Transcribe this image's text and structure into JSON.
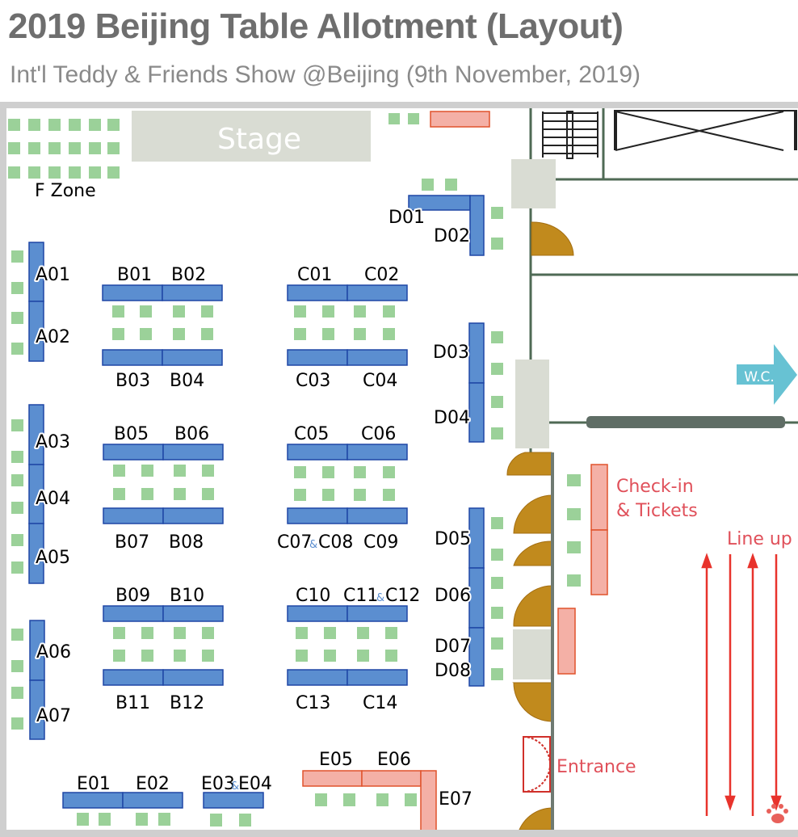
{
  "header": {
    "title": "2019 Beijing Table Allotment (Layout)",
    "subtitle": "Int'l Teddy & Friends Show @Beijing (9th November, 2019)"
  },
  "colors": {
    "table_blue": "#5b8ed0",
    "table_blue_border": "#1f47a6",
    "chair_green": "#9bd199",
    "stage_gray": "#d9dcd3",
    "service_pink": "#f4b0a6",
    "service_border": "#e0522c",
    "red_text": "#e0505a",
    "wc_cyan": "#67c2d3",
    "door_brown": "#c18a1d"
  },
  "areas": {
    "stage": "Stage",
    "f_zone": "F Zone",
    "wc": "W.C.",
    "checkin_line1": "Check-in",
    "checkin_line2": "& Tickets",
    "line_up": "Line up",
    "entrance": "Entrance"
  },
  "amp": "&",
  "labels": {
    "A01": "A01",
    "A02": "A02",
    "A03": "A03",
    "A04": "A04",
    "A05": "A05",
    "A06": "A06",
    "A07": "A07",
    "B01": "B01",
    "B02": "B02",
    "B03": "B03",
    "B04": "B04",
    "B05": "B05",
    "B06": "B06",
    "B07": "B07",
    "B08": "B08",
    "B09": "B09",
    "B10": "B10",
    "B11": "B11",
    "B12": "B12",
    "C01": "C01",
    "C02": "C02",
    "C03": "C03",
    "C04": "C04",
    "C05": "C05",
    "C06": "C06",
    "C07": "C07",
    "C08": "C08",
    "C09": "C09",
    "C10": "C10",
    "C11": "C11",
    "C12": "C12",
    "C13": "C13",
    "C14": "C14",
    "D01": "D01",
    "D02": "D02",
    "D03": "D03",
    "D04": "D04",
    "D05": "D05",
    "D06": "D06",
    "D07": "D07",
    "D08": "D08",
    "E01": "E01",
    "E02": "E02",
    "E03": "E03",
    "E04": "E04",
    "E05": "E05",
    "E06": "E06",
    "E07": "E07"
  }
}
